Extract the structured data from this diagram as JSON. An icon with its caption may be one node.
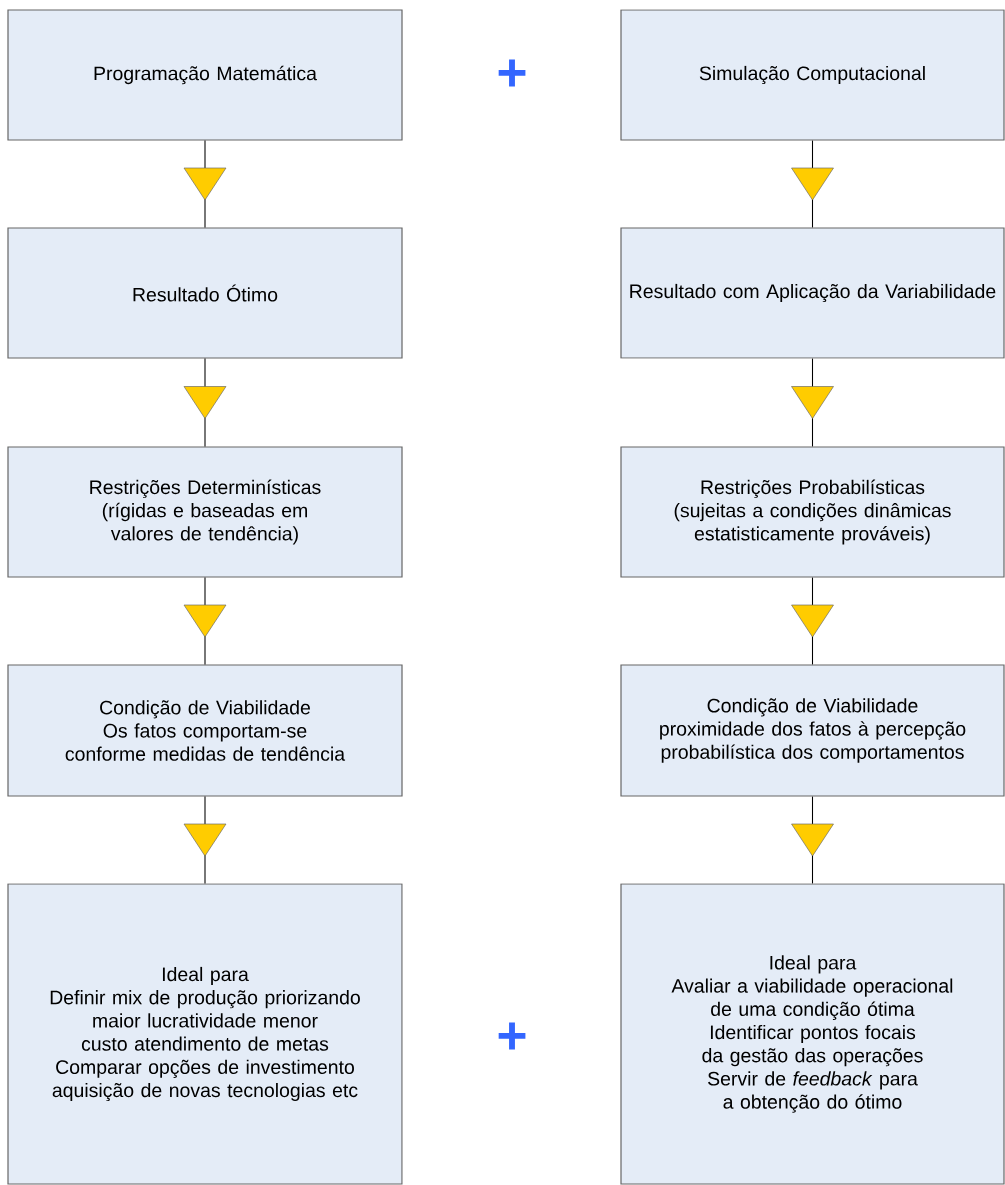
{
  "diagram": {
    "nodes": [
      {
        "text": [
          "Programação Matemática"
        ]
      },
      {
        "text": [
          "Simulação Computacional"
        ]
      },
      {
        "text": [
          "Resultado Ótimo"
        ]
      },
      {
        "text": [
          "Resultado com Aplicação da Variabilidade"
        ]
      },
      {
        "text": [
          "Restrições Determinísticas",
          "(rígidas e baseadas em valores de tendência)"
        ]
      },
      {
        "text": [
          "Restrições Probabilísticas",
          "(sujeitas a condições dinâmicas estatisticamente prováveis)"
        ]
      },
      {
        "text": [
          "Condição de Viabilidade",
          "Os fatos comportam-se conforme medidas de tendência"
        ]
      },
      {
        "text": [
          "Condição de Viabilidade",
          "proximidade dos fatos à percepção probabilística dos comportamentos"
        ]
      },
      {
        "text": [
          "Ideal para",
          "Definir mix de produção priorizando maior lucratividade menor custo atendimento de metas",
          "Comparar opções de investimento aquisição de novas tecnologias etc"
        ]
      },
      {
        "text": [
          "Ideal para",
          "Avaliar a viabilidade operacional de uma condição ótima",
          "Identificar pontos focais da gestão das operações",
          "Servir de *feedback* para a obtenção do ótimo"
        ]
      }
    ],
    "edges": [
      {
        "from": 0,
        "to": 2,
        "arrow": "to"
      },
      {
        "from": 2,
        "to": 4,
        "arrow": "to"
      },
      {
        "from": 4,
        "to": 6,
        "arrow": "to"
      },
      {
        "from": 6,
        "to": 8,
        "arrow": "to"
      },
      {
        "from": 1,
        "to": 3,
        "arrow": "to"
      },
      {
        "from": 3,
        "to": 5,
        "arrow": "to"
      },
      {
        "from": 5,
        "to": 7,
        "arrow": "to"
      },
      {
        "from": 7,
        "to": 9,
        "arrow": "to"
      }
    ],
    "labels": [
      "+",
      "+"
    ]
  }
}
